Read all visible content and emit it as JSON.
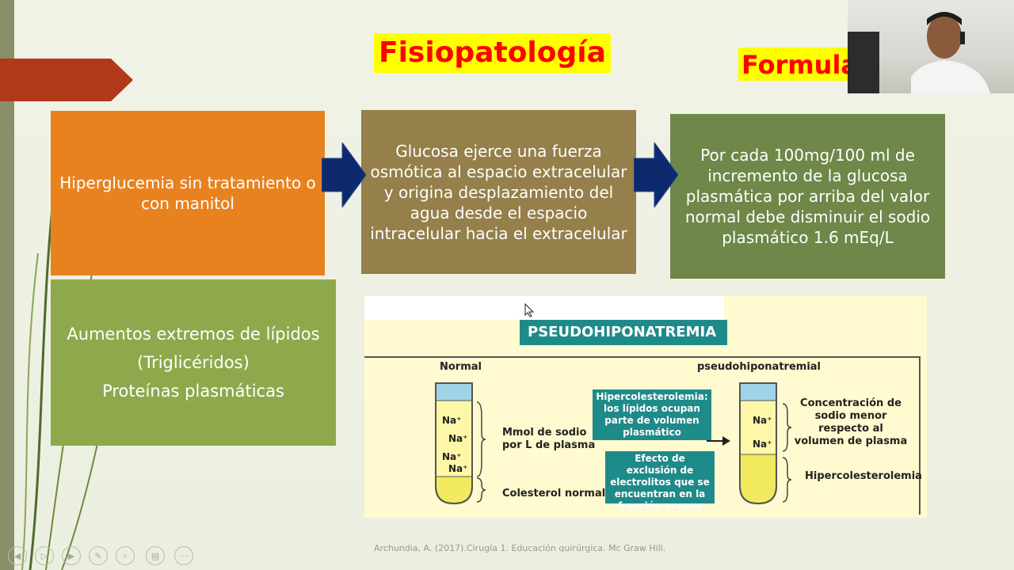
{
  "slide": {
    "title": "Fisiopatología",
    "title2": "Formula",
    "box_orange": "Hiperglucemia sin tratamiento o con manitol",
    "box_brown": "Glucosa ejerce una fuerza osmótica al espacio extracelular y origina desplazamiento del agua desde el espacio intracelular hacia el extracelular",
    "box_green": "Por cada 100mg/100 ml de incremento de la glucosa plasmática por arriba del valor normal debe disminuir el sodio plasmático 1.6 mEq/L",
    "box_lipid": {
      "line1": "Aumentos extremos de lípidos",
      "line2": "(Triglicéridos)",
      "line3": "Proteínas plasmáticas"
    },
    "figure": {
      "header": "PSEUDOHIPONATREMIA",
      "normal_label": "Normal",
      "pseudo_label": "pseudohiponatremial",
      "mmol_label": "Mmol de sodio por L de plasma",
      "colesterol_normal": "Colesterol normal",
      "hipercol_box": "Hipercolesterolemia: los lípidos ocupan parte de volumen plasmático",
      "efecto_box": "Efecto de exclusión de electrolitos que se encuentran en la fracción acuosa",
      "concentracion": "Concentración de sodio menor respecto al volumen de plasma",
      "hipercol_label": "Hipercolesterolemia",
      "na": "Na⁺"
    },
    "citation": "Archundia, A. (2017).Cirugía 1. Educación quirúrgica. Mc Graw Hill."
  },
  "colors": {
    "title_bg": "#ffff00",
    "title_fg": "#ff0000",
    "orange": "#e8821f",
    "brown": "#957f4a",
    "green": "#6f8748",
    "lipid_green": "#8fa84c",
    "arrow": "#0d2a6e",
    "teal": "#1f8a8a"
  },
  "controls": [
    "prev-icon",
    "play-icon",
    "next-icon",
    "pen-icon",
    "zoom-icon",
    "slides-icon",
    "more-icon"
  ]
}
